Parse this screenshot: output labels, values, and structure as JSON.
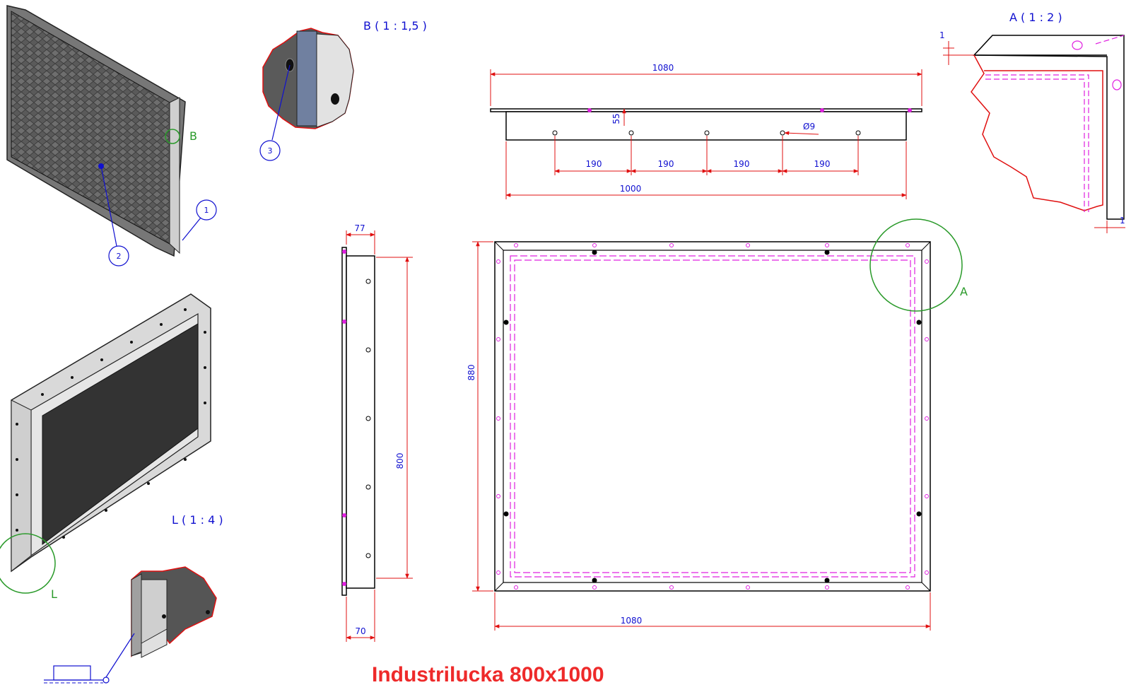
{
  "title": "Industrilucka 800x1000",
  "details": {
    "b_label": "B ( 1 : 1,5 )",
    "a_label": "A ( 1 : 2 )",
    "l_label": "L ( 1 : 4 )",
    "b_marker": "B",
    "a_marker": "A",
    "l_marker": "L"
  },
  "balloons": {
    "b1": "1",
    "b2": "2",
    "b3": "3"
  },
  "dims": {
    "top_width": "1080",
    "inner_width": "1000",
    "spacing_1": "190",
    "spacing_2": "190",
    "spacing_3": "190",
    "spacing_4": "190",
    "height_55": "55",
    "hole": "Ø9",
    "side_top": "77",
    "side_height": "800",
    "side_bottom": "70",
    "front_height": "880",
    "front_width": "1080",
    "a_top": "1",
    "a_bottom": "1"
  },
  "colors": {
    "line": "#000000",
    "dimension": "#1010d0",
    "dim_line": "#e01010",
    "hidden": "#e020e0",
    "detail_circle": "#2a9a2a",
    "title": "#ee2a2a",
    "plate": "#4a4a4a"
  }
}
